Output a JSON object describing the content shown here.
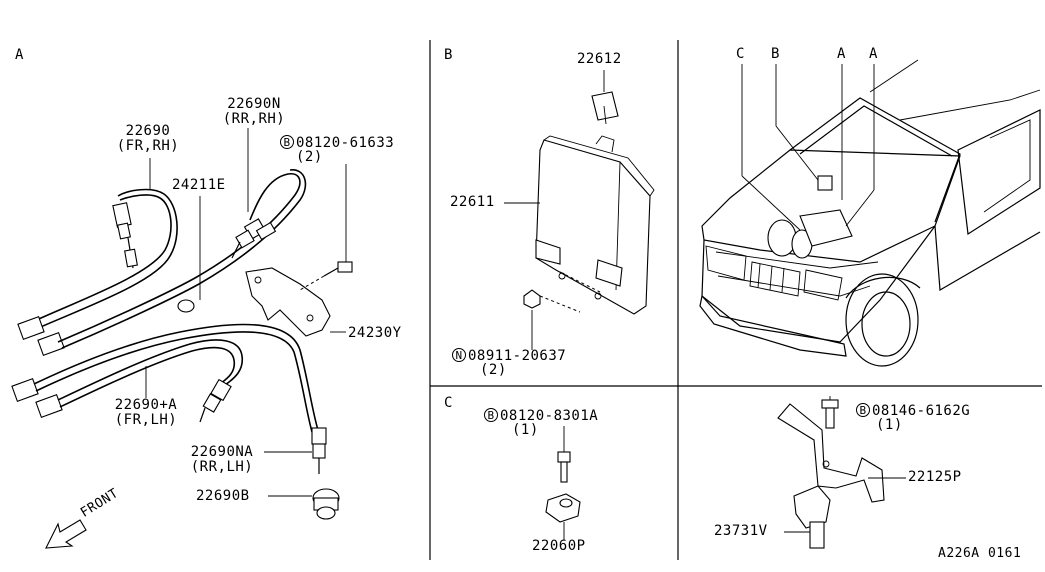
{
  "sections": {
    "a": "A",
    "b": "B",
    "c": "C"
  },
  "section_a": {
    "sensor_fr_rh": {
      "part": "22690",
      "note": "(FR,RH)"
    },
    "sensor_rr_rh": {
      "part": "22690N",
      "note": "(RR,RH)"
    },
    "bolt": {
      "mark": "B",
      "part": "08120-61633",
      "qty": "(2)"
    },
    "clip": {
      "part": "24211E"
    },
    "bracket": {
      "part": "24230Y"
    },
    "sensor_fr_lh": {
      "part": "22690+A",
      "note": "(FR,LH)"
    },
    "sensor_rr_lh": {
      "part": "22690NA",
      "note": "(RR,LH)"
    },
    "grommet": {
      "part": "22690B"
    },
    "front_label": "FRONT"
  },
  "section_b": {
    "cover": {
      "part": "22612"
    },
    "ecm": {
      "part": "22611"
    },
    "nut": {
      "mark": "N",
      "part": "08911-20637",
      "qty": "(2)"
    }
  },
  "section_c": {
    "bolt": {
      "mark": "B",
      "part": "08120-8301A",
      "qty": "(1)"
    },
    "knock_sensor": {
      "part": "22060P"
    }
  },
  "section_d": {
    "bolt": {
      "mark": "B",
      "part": "08146-6162G",
      "qty": "(1)"
    },
    "bracket": {
      "part": "22125P"
    },
    "sensor": {
      "part": "23731V"
    }
  },
  "vehicle_callouts": {
    "c": "C",
    "b": "B",
    "a1": "A",
    "a2": "A"
  },
  "diagram_code": "A226A 0161"
}
